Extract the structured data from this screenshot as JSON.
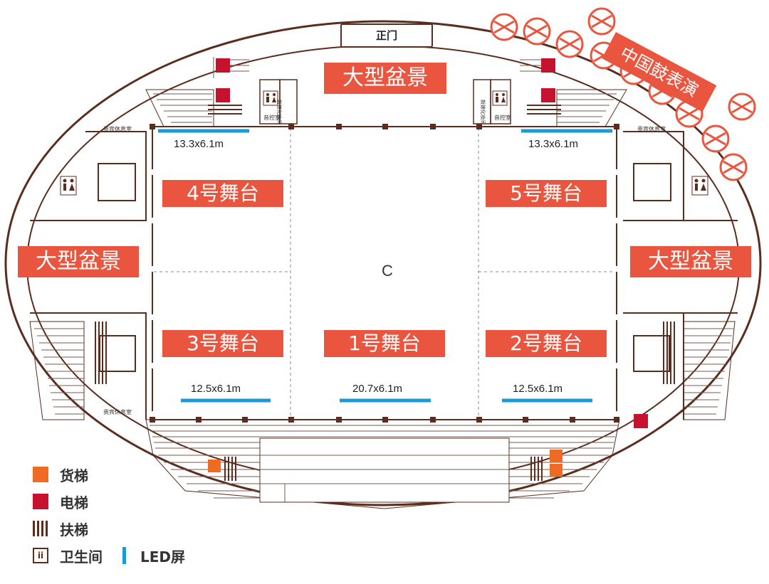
{
  "gate": "正门",
  "center": "C",
  "banner": "中国鼓表演",
  "bonsai": {
    "top": "大型盆景",
    "left": "大型盆景",
    "right": "大型盆景"
  },
  "stages": {
    "s1": "1号舞台",
    "s2": "2号舞台",
    "s3": "3号舞台",
    "s4": "4号舞台",
    "s5": "5号舞台"
  },
  "screens": {
    "tl": "13.3x6.1m",
    "tr": "13.3x6.1m",
    "bl": "12.5x6.1m",
    "bc": "20.7x6.1m",
    "br": "12.5x6.1m"
  },
  "rooms": {
    "vip_tl": "贵宾休息室",
    "vip_tr": "贵宾休息室",
    "vip_bl": "贵宾休息室",
    "ctrl_l": "音控室",
    "ctrl_r": "音控室",
    "dress_l": "新娘化妆间",
    "dress_r": "新娘化妆间"
  },
  "legend": [
    {
      "label": "货梯",
      "icon": "freight-elevator-icon",
      "color": "#ef6a22"
    },
    {
      "label": "电梯",
      "icon": "elevator-icon",
      "color": "#c4122f"
    },
    {
      "label": "扶梯",
      "icon": "escalator-icon",
      "color": "#5a2d1e"
    },
    {
      "label": "卫生间",
      "icon": "restroom-icon",
      "color": "#5a2d1e"
    },
    {
      "label": "LED屏",
      "icon": "led-screen-icon",
      "color": "#1b9ad6"
    }
  ],
  "colors": {
    "label_bg": "#e9553e",
    "wall": "#5a2d1e",
    "led": "#1b9ad6",
    "elevator": "#c4122f",
    "freight": "#ef6a22"
  }
}
